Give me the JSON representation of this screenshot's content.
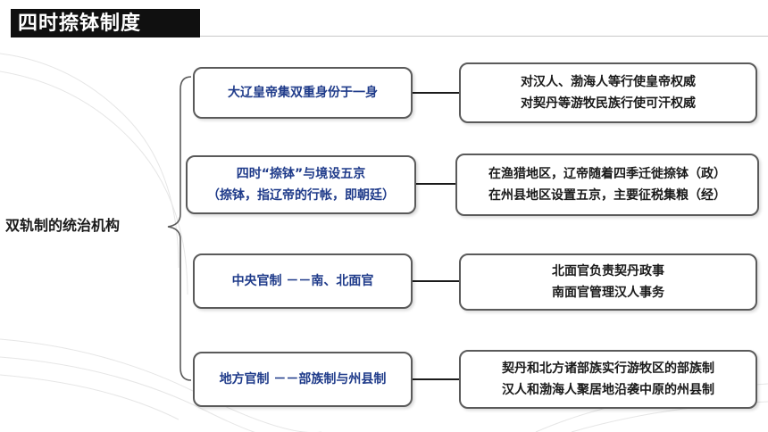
{
  "title": "四时捺钵制度",
  "root": "双轨制的统治机构",
  "branches": [
    {
      "left": [
        "大辽皇帝集双重身份于一身"
      ],
      "right": [
        "对汉人、渤海人等行使皇帝权威",
        "对契丹等游牧民族行使可汗权威"
      ]
    },
    {
      "left": [
        "四时“捺钵”与境设五京",
        "（捺钵，指辽帝的行帐，即朝廷）"
      ],
      "right": [
        "在渔猎地区，辽帝随着四季迁徙捺钵（政）",
        "在州县地区设置五京，主要征税集粮（经）"
      ]
    },
    {
      "left": [
        "中央官制 －－南、北面官"
      ],
      "right": [
        "北面官负责契丹政事",
        "南面官管理汉人事务"
      ]
    },
    {
      "left": [
        "地方官制 －－部族制与州县制"
      ],
      "right": [
        "契丹和北方诸部族实行游牧区的部族制",
        "汉人和渤海人聚居地沿袭中原的州县制"
      ]
    }
  ],
  "colors": {
    "title_bg": "#101010",
    "title_fg": "#ffffff",
    "left_text": "#1f3b8a",
    "right_text": "#1a1a1a",
    "border": "#5a5a5a"
  }
}
